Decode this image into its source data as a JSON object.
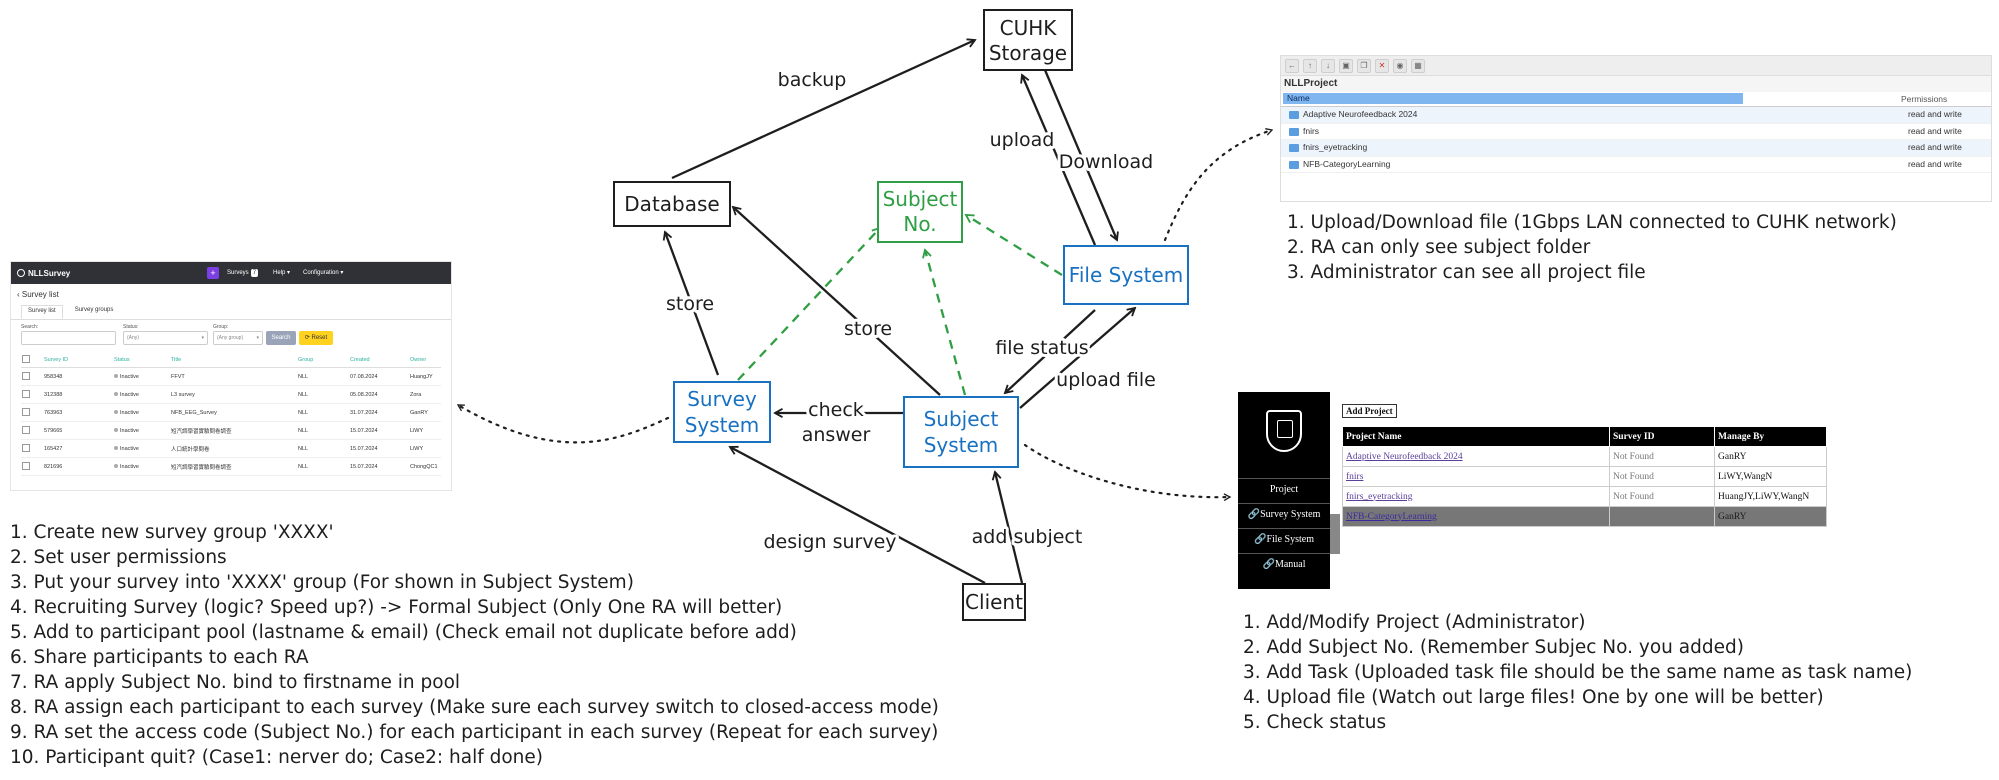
{
  "diagram": {
    "nodes": {
      "cuhk_storage": {
        "line1": "CUHK",
        "line2": "Storage"
      },
      "database": {
        "label": "Database"
      },
      "subject_no": {
        "line1": "Subject",
        "line2": "No."
      },
      "file_system": {
        "label": "File System"
      },
      "survey_system": {
        "line1": "Survey",
        "line2": "System"
      },
      "subject_system": {
        "line1": "Subject",
        "line2": "System"
      },
      "client": {
        "label": "Client"
      }
    },
    "edges": {
      "backup": "backup",
      "upload": "upload",
      "download": "Download",
      "store_survey": "store",
      "store_subject": "store",
      "file_status": "file status",
      "upload_file": "upload file",
      "check": "check",
      "answer": "answer",
      "design_survey": "design survey",
      "add_subject": "add subject"
    },
    "colors": {
      "black": "#1e1e1e",
      "blue": "#1971c2",
      "green": "#2f9e44"
    }
  },
  "survey_screenshot": {
    "app_name": "NLLSurvey",
    "menu": {
      "surveys": "Surveys",
      "surveys_count": "7",
      "help": "Help",
      "configuration": "Configuration"
    },
    "breadcrumb": "Survey list",
    "tabs": [
      "Survey list",
      "Survey groups"
    ],
    "filters": {
      "search_label": "Search:",
      "status_label": "Status:",
      "status_value": "(Any)",
      "group_label": "Group:",
      "group_value": "(Any group)",
      "search_button": "Search",
      "reset_button": "Reset"
    },
    "columns": [
      "Survey ID",
      "Status",
      "Title",
      "Group",
      "Created",
      "Owner"
    ],
    "rows": [
      {
        "id": "958348",
        "status": "Inactive",
        "title": "FFVT",
        "group": "NLL",
        "created": "07.08.2024",
        "owner": "HuangJY"
      },
      {
        "id": "312388",
        "status": "Inactive",
        "title": "L3 survey",
        "group": "NLL",
        "created": "05.08.2024",
        "owner": "Zora"
      },
      {
        "id": "763963",
        "status": "Inactive",
        "title": "NFB_EEG_Survey",
        "group": "NLL",
        "created": "31.07.2024",
        "owner": "GanRY"
      },
      {
        "id": "579665",
        "status": "Inactive",
        "title": "短汽調學習實驗問卷調查",
        "group": "NLL",
        "created": "15.07.2024",
        "owner": "LiWY"
      },
      {
        "id": "165427",
        "status": "Inactive",
        "title": "人口統計學問卷",
        "group": "NLL",
        "created": "15.07.2024",
        "owner": "LiWY"
      },
      {
        "id": "821696",
        "status": "Inactive",
        "title": "短汽調學習實驗問卷調查",
        "group": "NLL",
        "created": "15.07.2024",
        "owner": "ChongQC1"
      }
    ]
  },
  "survey_notes": [
    "1. Create new survey group 'XXXX'",
    "2. Set user permissions",
    "3. Put your survey into 'XXXX' group (For shown in Subject System)",
    "4. Recruiting Survey (logic? Speed up?) -> Formal Subject (Only One RA will better)",
    "5. Add to participant pool (lastname & email) (Check email not duplicate before add)",
    "6. Share participants to each RA",
    "7. RA apply Subject No. bind to firstname in pool",
    "8. RA assign each participant to each survey (Make sure each survey switch to closed-access mode)",
    "9. RA set the access code (Subject No.) for each participant in each survey (Repeat for each survey)",
    "10. Participant quit? (Case1: nerver do; Case2: half done)"
  ],
  "file_screenshot": {
    "title": "NLLProject",
    "name_header": "Name",
    "perm_header": "Permissions",
    "rows": [
      {
        "name": "Adaptive Neurofeedback 2024",
        "perm": "read and write"
      },
      {
        "name": "fnirs",
        "perm": "read and write"
      },
      {
        "name": "fnirs_eyetracking",
        "perm": "read and write"
      },
      {
        "name": "NFB-CategoryLearning",
        "perm": "read and write"
      }
    ]
  },
  "file_notes": [
    "1. Upload/Download file (1Gbps LAN connected to CUHK network)",
    "2. RA can only see subject folder",
    "3. Administrator can see all project file"
  ],
  "project_screenshot": {
    "nav": [
      "Project",
      "Survey System",
      "File System",
      "Manual"
    ],
    "add_button": "Add Project",
    "columns": [
      "Project Name",
      "Survey ID",
      "Manage By"
    ],
    "rows": [
      {
        "name": "Adaptive Neurofeedback 2024",
        "survey": "Not Found",
        "manager": "GanRY"
      },
      {
        "name": "fnirs",
        "survey": "Not Found",
        "manager": "LiWY,WangN"
      },
      {
        "name": "fnirs_eyetracking",
        "survey": "Not Found",
        "manager": "HuangJY,LiWY,WangN"
      },
      {
        "name": "NFB-CategoryLearning",
        "survey": "",
        "manager": "GanRY"
      }
    ]
  },
  "project_notes": [
    "1. Add/Modify Project (Administrator)",
    "2. Add Subject No. (Remember Subjec No. you added)",
    "3. Add Task (Uploaded task file should be the same name as task name)",
    "4. Upload file (Watch out large files! One by one will be better)",
    "5. Check status"
  ]
}
